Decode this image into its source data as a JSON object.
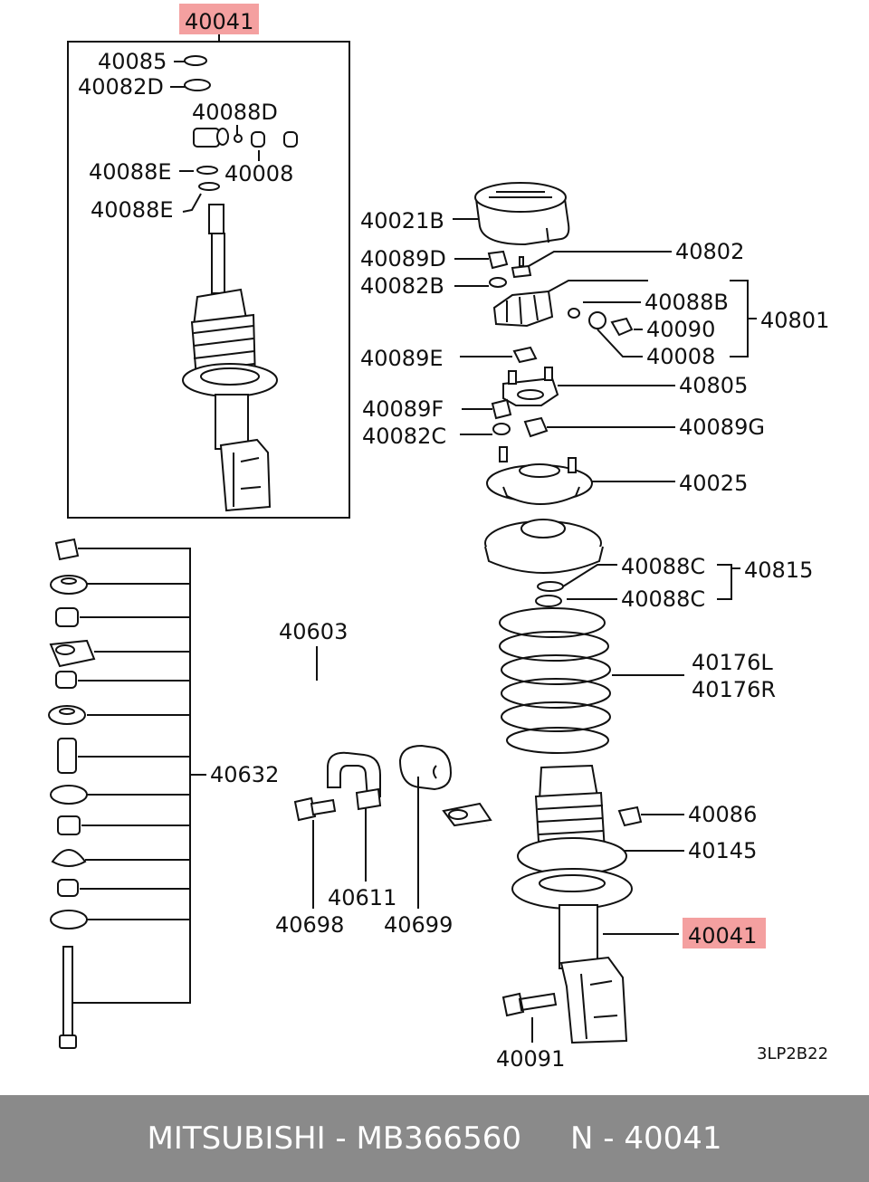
{
  "diagram": {
    "labels": {
      "l40041_top": "40041",
      "l40085": "40085",
      "l40082D": "40082D",
      "l40088D": "40088D",
      "l40088E_1": "40088E",
      "l40008_top": "40008",
      "l40088E_2": "40088E",
      "l40021B": "40021B",
      "l40089D": "40089D",
      "l40802": "40802",
      "l40082B": "40082B",
      "l40088B": "40088B",
      "l40090": "40090",
      "l40801": "40801",
      "l40008": "40008",
      "l40089E": "40089E",
      "l40805": "40805",
      "l40089F": "40089F",
      "l40082C": "40082C",
      "l40089G": "40089G",
      "l40025": "40025",
      "l40088C_1": "40088C",
      "l40088C_2": "40088C",
      "l40815": "40815",
      "l40603": "40603",
      "l40176L": "40176L",
      "l40176R": "40176R",
      "l40632": "40632",
      "l40086": "40086",
      "l40145": "40145",
      "l40611": "40611",
      "l40698": "40698",
      "l40699": "40699",
      "l40041_bottom": "40041",
      "l40091": "40091",
      "code": "3LP2B22"
    },
    "highlight_color": "#f4a0a0"
  },
  "footer": {
    "text": "MITSUBISHI - MB366560     N - 40041",
    "background": "#8a8a8a"
  }
}
